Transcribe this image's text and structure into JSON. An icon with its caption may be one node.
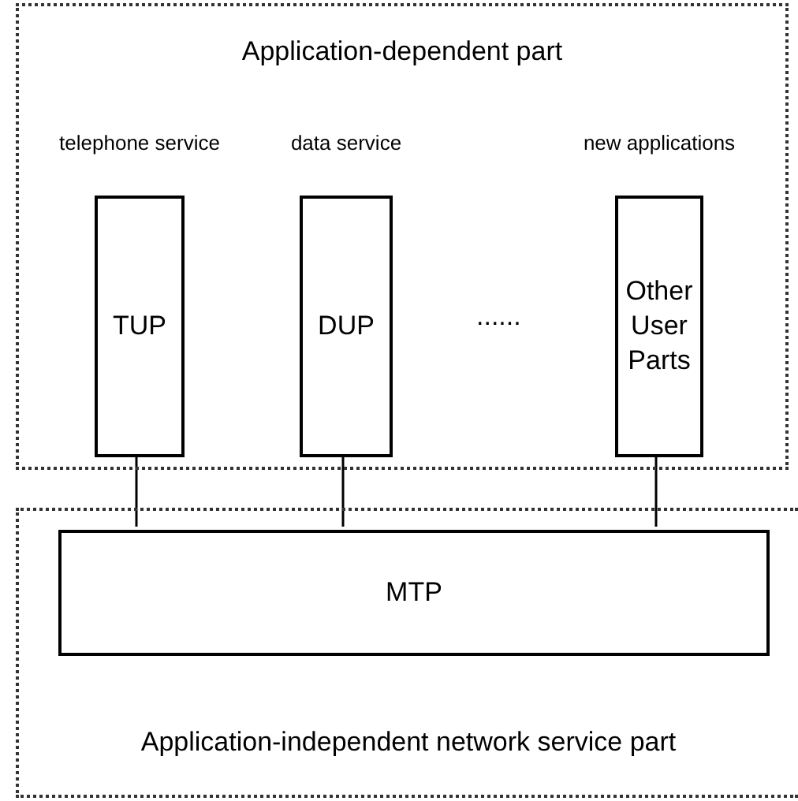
{
  "diagram": {
    "nodes": [
      {
        "text": [
          "Application-dependent part"
        ]
      },
      {
        "text": [
          "TUP"
        ],
        "in": 0,
        "beside": [
          "telephone service"
        ]
      },
      {
        "text": [
          "DUP"
        ],
        "in": 0,
        "beside": [
          "data service"
        ]
      },
      {
        "text": [
          "Other User Parts"
        ],
        "in": 0,
        "beside": [
          "new applications"
        ]
      },
      {
        "text": [
          "Application-independent network service part"
        ]
      },
      {
        "text": [
          "MTP"
        ],
        "in": 4
      }
    ],
    "edges": [
      {
        "from": 1,
        "to": 5,
        "arrow": "none"
      },
      {
        "from": 2,
        "to": 5,
        "arrow": "none"
      },
      {
        "from": 3,
        "to": 5,
        "arrow": "none"
      }
    ],
    "labels": [
      "......"
    ]
  }
}
